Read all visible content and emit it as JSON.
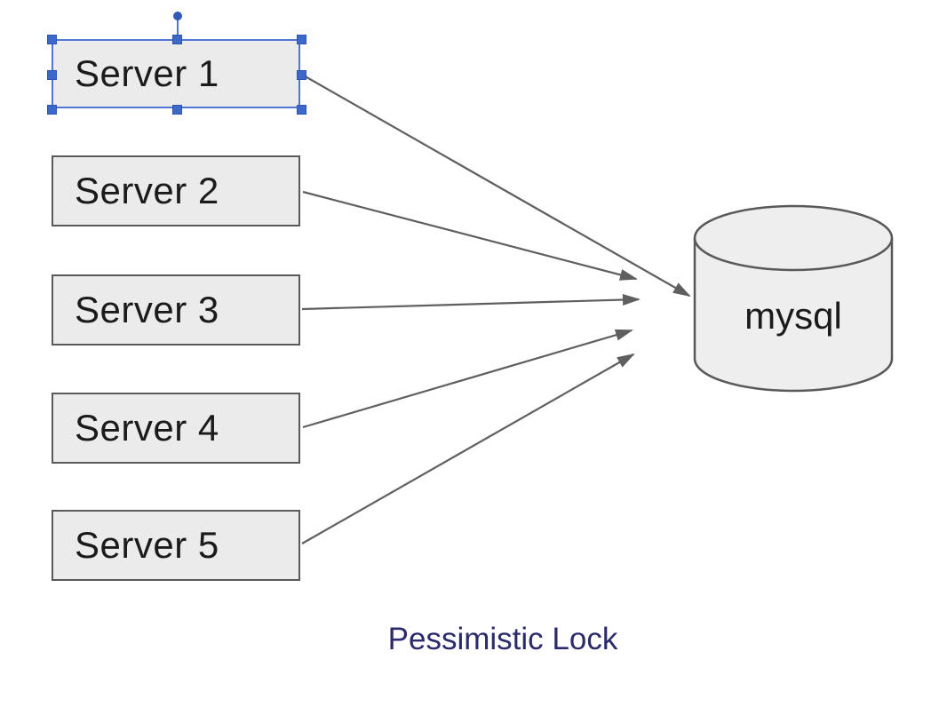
{
  "diagram": {
    "title": "Pessimistic Lock",
    "caption": "Pessimistic Lock",
    "servers": [
      {
        "id": "server1",
        "label": "Server 1",
        "selected": true
      },
      {
        "id": "server2",
        "label": "Server 2",
        "selected": false
      },
      {
        "id": "server3",
        "label": "Server 3",
        "selected": false
      },
      {
        "id": "server4",
        "label": "Server 4",
        "selected": false
      },
      {
        "id": "server5",
        "label": "Server 5",
        "selected": false
      }
    ],
    "database": {
      "label": "mysql",
      "shape": "cylinder"
    },
    "connections": [
      {
        "from": "server1",
        "to": "mysql"
      },
      {
        "from": "server2",
        "to": "mysql"
      },
      {
        "from": "server3",
        "to": "mysql"
      },
      {
        "from": "server4",
        "to": "mysql"
      },
      {
        "from": "server5",
        "to": "mysql"
      }
    ],
    "cursor": "arrow-pointer",
    "colors": {
      "background": "#ffffff",
      "node_fill": "#ebebeb",
      "node_border": "#595959",
      "arrow": "#5f5f5f",
      "selection_blue": "#4f77d3",
      "selection_handle": "#3c68cb",
      "label_text": "#1b1b1b",
      "caption_text": "#2b2b6b"
    }
  }
}
